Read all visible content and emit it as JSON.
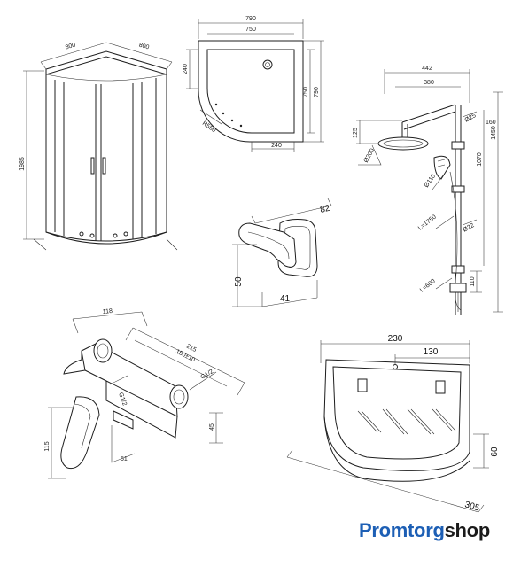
{
  "brand": {
    "part1": "Promtorg",
    "part2": "shop"
  },
  "shower_enclosure": {
    "dim_height": "1985",
    "dim_top_a": "800",
    "dim_top_b": "800"
  },
  "shower_tray": {
    "dim_top_outer": "790",
    "dim_top_inner": "750",
    "dim_left": "240",
    "dim_right_inner": "750",
    "dim_right_outer": "790",
    "dim_bottom": "240",
    "dim_radius": "R550"
  },
  "shower_system": {
    "dim_arm_outer": "442",
    "dim_arm_inner": "380",
    "dim_head": "Ø200",
    "dim_drop": "125",
    "dim_total": "1450",
    "dim_rail": "1070",
    "dim_pipe_a": "Ø25",
    "dim_pipe_b": "Ø22",
    "dim_hand": "Ø110",
    "dim_hose_a": "L=1750",
    "dim_hose_b": "L=600",
    "dim_bottom": "110",
    "dim_top_side": "160"
  },
  "hook": {
    "dim_width": "82",
    "dim_height": "50",
    "dim_base": "41"
  },
  "mixer": {
    "dim_a": "118",
    "dim_b": "215",
    "dim_c": "150±10",
    "dim_d": "G1/2",
    "dim_e": "G1/2",
    "dim_f": "45",
    "dim_g": "51",
    "dim_h": "115"
  },
  "shelf": {
    "dim_width": "230",
    "dim_inner": "130",
    "dim_depth": "305",
    "dim_height": "60"
  }
}
